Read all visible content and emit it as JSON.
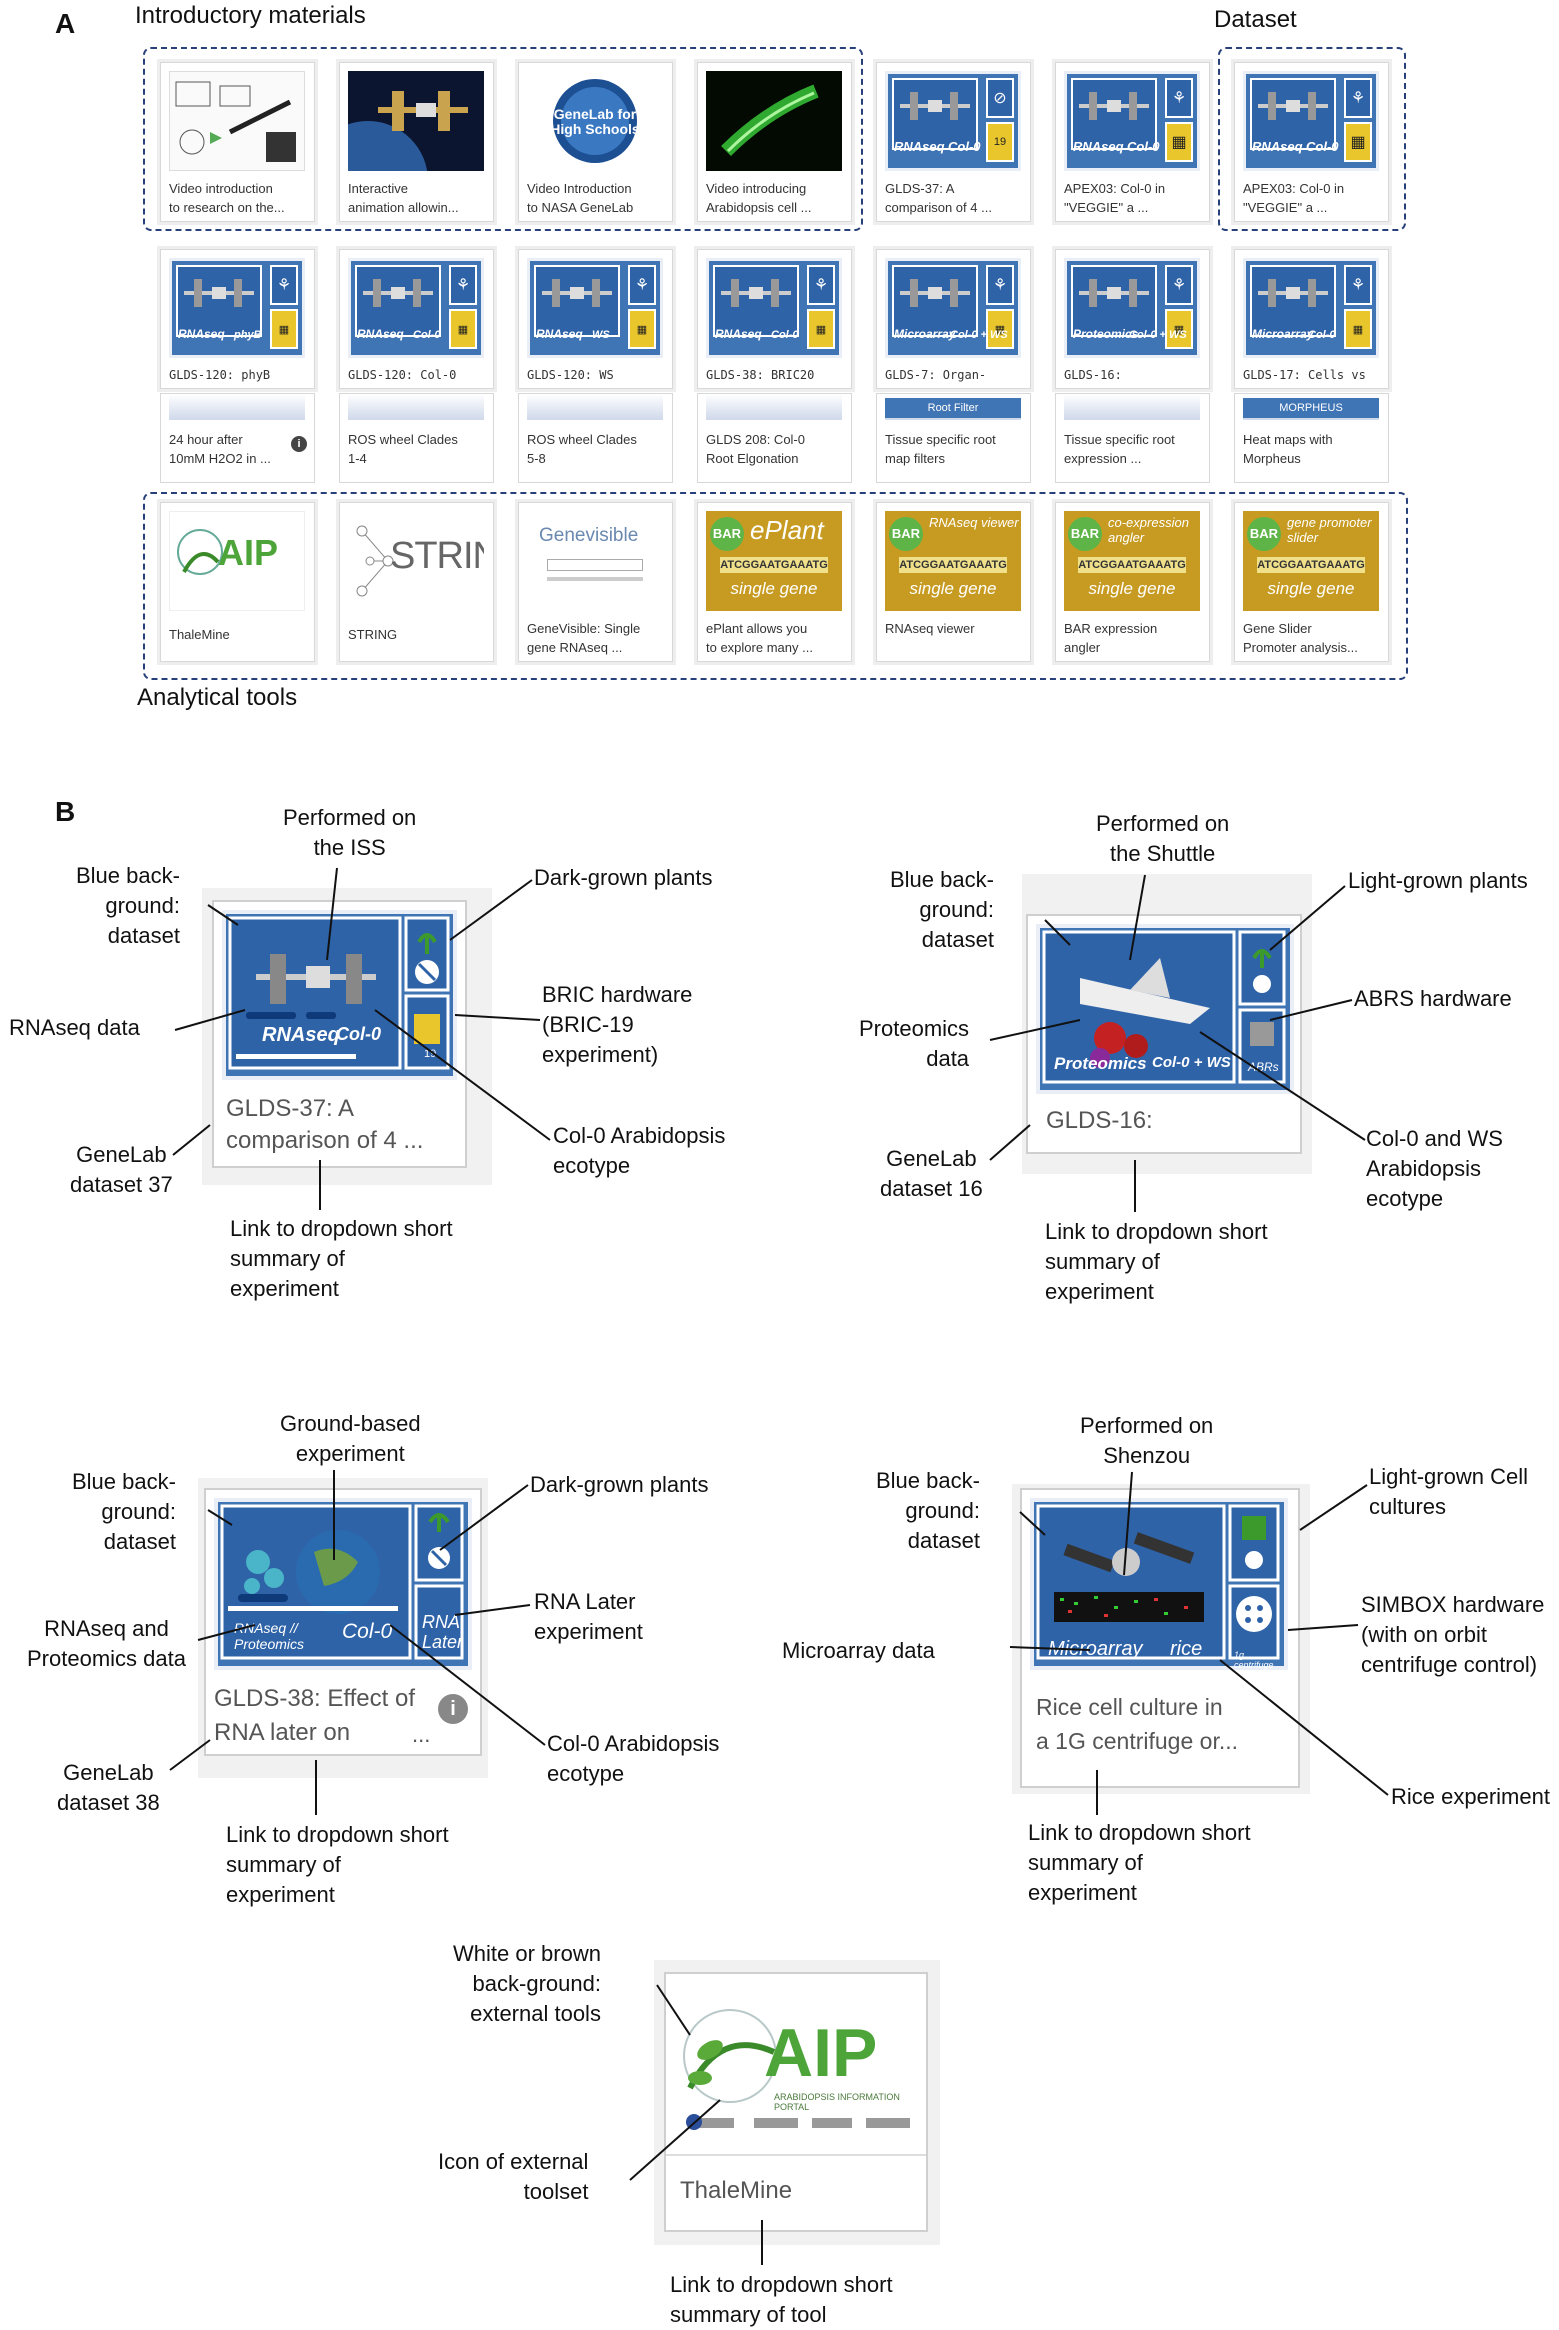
{
  "panel_a": {
    "letter": "A",
    "intro_label": "Introductory materials",
    "dataset_label": "Dataset",
    "tools_label": "Analytical tools",
    "row1": [
      {
        "caption1": "Video introduction",
        "caption2": "to research on the...",
        "icon": "whiteboard-video-icon"
      },
      {
        "caption1": "Interactive",
        "caption2": "animation allowin...",
        "icon": "space-station-photo-icon"
      },
      {
        "caption1": "Video Introduction",
        "caption2": "to NASA GeneLab",
        "icon": "genelab-high-schools-logo-icon",
        "logo": "GeneLab for High Schools"
      },
      {
        "caption1": "Video introducing",
        "caption2": "Arabidopsis cell ...",
        "icon": "green-cell-micrograph-icon"
      },
      {
        "caption1": "GLDS-37: A",
        "caption2": "comparison of 4 ...",
        "label": "RNAseq",
        "sub": "Col-0"
      },
      {
        "caption1": "APEX03: Col-0 in",
        "caption2": "\"VEGGIE\" a ...",
        "label": "RNAseq",
        "sub": "Col-0"
      },
      {
        "caption1": "APEX03: Col-0 in",
        "caption2": "\"VEGGIE\" a ...",
        "label": "RNAseq",
        "sub": "Col-0"
      }
    ],
    "row2": [
      {
        "caption1": "GLDS-120: phyB",
        "label": "RNAseq",
        "sub": "phyB"
      },
      {
        "caption1": "GLDS-120: Col-0",
        "label": "RNAseq",
        "sub": "Col-0"
      },
      {
        "caption1": "GLDS-120: WS",
        "label": "RNAseq",
        "sub": "WS"
      },
      {
        "caption1": "GLDS-38: BRIC20",
        "label": "RNAseq",
        "sub": "Col-0"
      },
      {
        "caption1": "GLDS-7: Organ-",
        "label": "Microarray",
        "sub": "Col-0 + WS"
      },
      {
        "caption1": "GLDS-16:",
        "label": "Proteomics",
        "sub": "Col-0 + WS"
      },
      {
        "caption1": "GLDS-17: Cells vs",
        "label": "Microarray",
        "sub": "Col-0"
      }
    ],
    "row3": [
      {
        "caption1": "24 hour after",
        "caption2": "10mM H2O2 in ..."
      },
      {
        "caption1": "ROS wheel Clades",
        "caption2": "1-4"
      },
      {
        "caption1": "ROS wheel Clades",
        "caption2": "5-8"
      },
      {
        "caption1": "GLDS 208: Col-0",
        "caption2": "Root Elgonation"
      },
      {
        "caption1": "Tissue specific root",
        "caption2": "map filters",
        "banner": "Root Filter"
      },
      {
        "caption1": "Tissue specific root",
        "caption2": "expression ..."
      },
      {
        "caption1": "Heat maps with",
        "caption2": "Morpheus",
        "banner": "MORPHEUS"
      }
    ],
    "row4": [
      {
        "caption1": "ThaleMine",
        "caption2": "",
        "logo": "AIP"
      },
      {
        "caption1": "STRING",
        "caption2": "",
        "logo": "STRING"
      },
      {
        "caption1": "GeneVisible: Single",
        "caption2": "gene RNAseq ...",
        "logo": "Genevisible"
      },
      {
        "caption1": "ePlant allows you",
        "caption2": "to explore many ...",
        "badge": "BAR",
        "title": "ePlant",
        "seq": "ATCGGAATGAAATG",
        "single": "single gene"
      },
      {
        "caption1": "RNAseq viewer",
        "caption2": "",
        "badge": "BAR",
        "title": "RNAseq viewer",
        "seq": "ATCGGAATGAAATG",
        "single": "single gene"
      },
      {
        "caption1": "BAR expression",
        "caption2": "angler",
        "badge": "BAR",
        "title": "co-expression angler",
        "seq": "ATCGGAATGAAATG",
        "single": "single gene"
      },
      {
        "caption1": "Gene Slider",
        "caption2": "Promoter analysis...",
        "badge": "BAR",
        "title": "gene promoter slider",
        "seq": "ATCGGAATGAAATG",
        "single": "single gene"
      }
    ]
  },
  "panel_b": {
    "letter": "B",
    "card1": {
      "img_label": "RNAseq",
      "img_sub": "Col-0",
      "box_num": "19",
      "caption1": "GLDS-37: A",
      "caption2": "comparison of 4  ...",
      "ann": {
        "performed": "Performed on\nthe ISS",
        "blue": "Blue back-\nground:\ndataset",
        "dark": "Dark-grown plants",
        "rnaseq": "RNAseq data",
        "bric": "BRIC hardware\n(BRIC-19\nexperiment)",
        "genelab": "GeneLab\ndataset 37",
        "col0": "Col-0 Arabidopsis\necotype",
        "link": "Link to dropdown short\nsummary of\nexperiment"
      }
    },
    "card2": {
      "img_label": "Proteomics",
      "img_sub": "Col-0 + WS",
      "box_label": "ABRs",
      "caption1": "GLDS-16:",
      "ann": {
        "performed": "Performed on\nthe Shuttle",
        "blue": "Blue back-\nground:\ndataset",
        "light": "Light-grown plants",
        "proteomics": "Proteomics\ndata",
        "abrs": "ABRS hardware",
        "genelab": "GeneLab\ndataset 16",
        "col0": "Col-0 and WS\nArabidopsis\necotype",
        "link": "Link to dropdown short\nsummary of\nexperiment"
      }
    },
    "card3": {
      "img_label": "RNAseq //\nProteomics",
      "img_sub": "Col-0",
      "box_label": "RNA\nLater",
      "caption1": "GLDS-38: Effect of",
      "caption2": "RNA later on",
      "ann": {
        "ground": "Ground-based\nexperiment",
        "blue": "Blue back-\nground:\ndataset",
        "dark": "Dark-grown plants",
        "rnaseq": "RNAseq and\nProteomics data",
        "rnalater": "RNA Later\nexperiment",
        "genelab": "GeneLab\ndataset 38",
        "col0": "Col-0 Arabidopsis\necotype",
        "link": "Link to dropdown short\nsummary of\nexperiment"
      }
    },
    "card4": {
      "img_label": "Microarray",
      "img_sub": "rice",
      "box_label": "1g centrifuge",
      "caption1": "Rice cell culture in",
      "caption2": "a 1G centrifuge or...",
      "ann": {
        "performed": "Performed on\nShenzou",
        "blue": "Blue back-\nground:\ndataset",
        "light": "Light-grown Cell\ncultures",
        "simbox": "SIMBOX hardware\n(with on orbit\ncentrifuge control)",
        "microarray": "Microarray data",
        "rice": "Rice experiment",
        "link": "Link to dropdown short\nsummary of\nexperiment"
      }
    },
    "card5": {
      "logo": "AIP",
      "logo_sub": "ARABIDOPSIS INFORMATION PORTAL",
      "caption1": "ThaleMine",
      "ann": {
        "white": "White or brown\nback-ground:\nexternal tools",
        "icon": "Icon of external\ntoolset",
        "link": "Link to dropdown short\nsummary of tool"
      }
    }
  }
}
